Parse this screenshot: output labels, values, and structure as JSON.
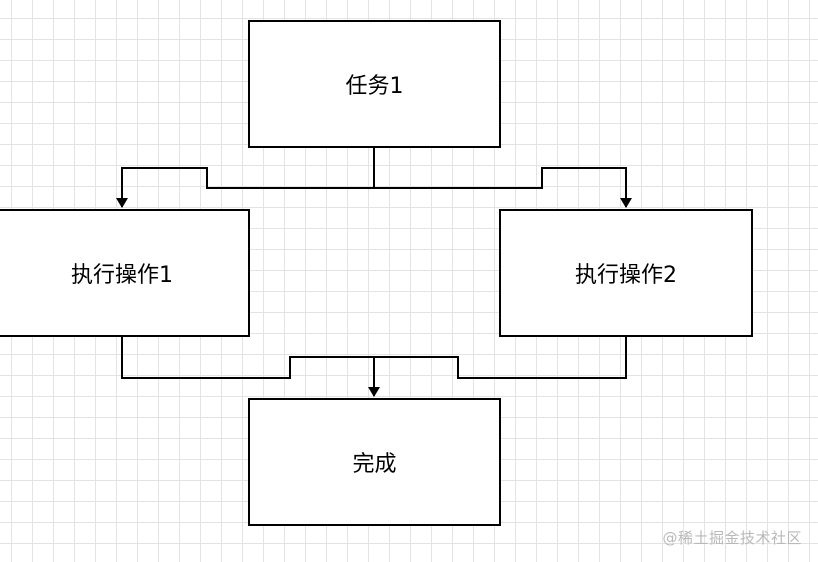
{
  "diagram": {
    "nodes": {
      "task1": "任务1",
      "exec1": "执行操作1",
      "exec2": "执行操作2",
      "done": "完成"
    },
    "edges": [
      {
        "from": "task1",
        "to": "exec1"
      },
      {
        "from": "task1",
        "to": "exec2"
      },
      {
        "from": "exec1",
        "to": "done"
      },
      {
        "from": "exec2",
        "to": "done"
      }
    ]
  },
  "watermark": "@稀土掘金技术社区",
  "colors": {
    "stroke": "#000000",
    "grid": "#e3e3e3",
    "watermark": "#b9b9b9"
  }
}
